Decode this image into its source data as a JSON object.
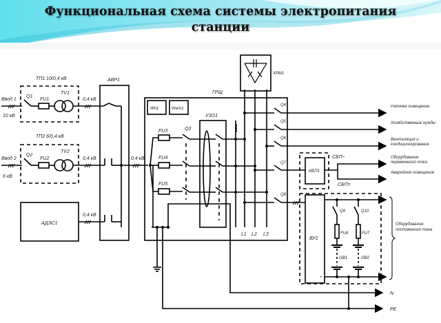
{
  "slide": {
    "title_line1": "Функциональная схема системы электропитания",
    "title_line2": "станции",
    "accent_color": "#5fd0e0"
  },
  "inputs": {
    "input1": {
      "label": "Ввод 1",
      "voltage": "10 кВ"
    },
    "input2": {
      "label": "Ввод 2",
      "voltage": "6 кВ"
    }
  },
  "transformers": {
    "tp1": {
      "label": "ТП1 10/0,4 кВ",
      "switch": "Q1",
      "fuse": "FU1",
      "trafo": "TV1",
      "out_voltage": "0,4 кВ"
    },
    "tp2": {
      "label": "ТП2 6/0,4 кВ",
      "switch": "Q2",
      "fuse": "FU2",
      "trafo": "TV2",
      "out_voltage": "0,4 кВ"
    }
  },
  "generator": {
    "label": "АДЭС1",
    "out_voltage": "0,4 кВ"
  },
  "avr": {
    "label": "АВР1",
    "out_voltage": "0,4 кВ"
  },
  "grsh": {
    "label": "ГРЩ",
    "meters": [
      "Wh1",
      "Warh1"
    ],
    "fuses": [
      "FU3",
      "FU4",
      "FU5"
    ],
    "switch_q3": "Q3",
    "rcd": "УЗО1",
    "phases": [
      "L1",
      "L2",
      "L3"
    ]
  },
  "compensator": {
    "label": "ХРМ1"
  },
  "feeders": [
    {
      "switch": "Q4",
      "load": "Рабочее освещение"
    },
    {
      "switch": "Q5",
      "load": "Хозяйственные нужды"
    },
    {
      "switch": "Q6",
      "load": "Вентиляция и кондиционирование"
    },
    {
      "switch": "Q7",
      "load": "Оборудование переменного тока"
    },
    {
      "switch": "Q8",
      "load": "Оборудование постоянного тока"
    }
  ],
  "ups_ac": {
    "label": "ИБП1",
    "group": "СБП~",
    "emergency_load": "Аварийное освещение"
  },
  "ups_dc": {
    "group": "СБП=",
    "rectifier": "ВУ1",
    "switches": [
      "Q9",
      "Q10"
    ],
    "fuses": [
      "FU6",
      "FU7"
    ],
    "batteries": [
      "GB1",
      "GB2"
    ],
    "plus": "+",
    "minus": "-"
  },
  "buses": {
    "neutral": "N",
    "protective": "PE"
  }
}
